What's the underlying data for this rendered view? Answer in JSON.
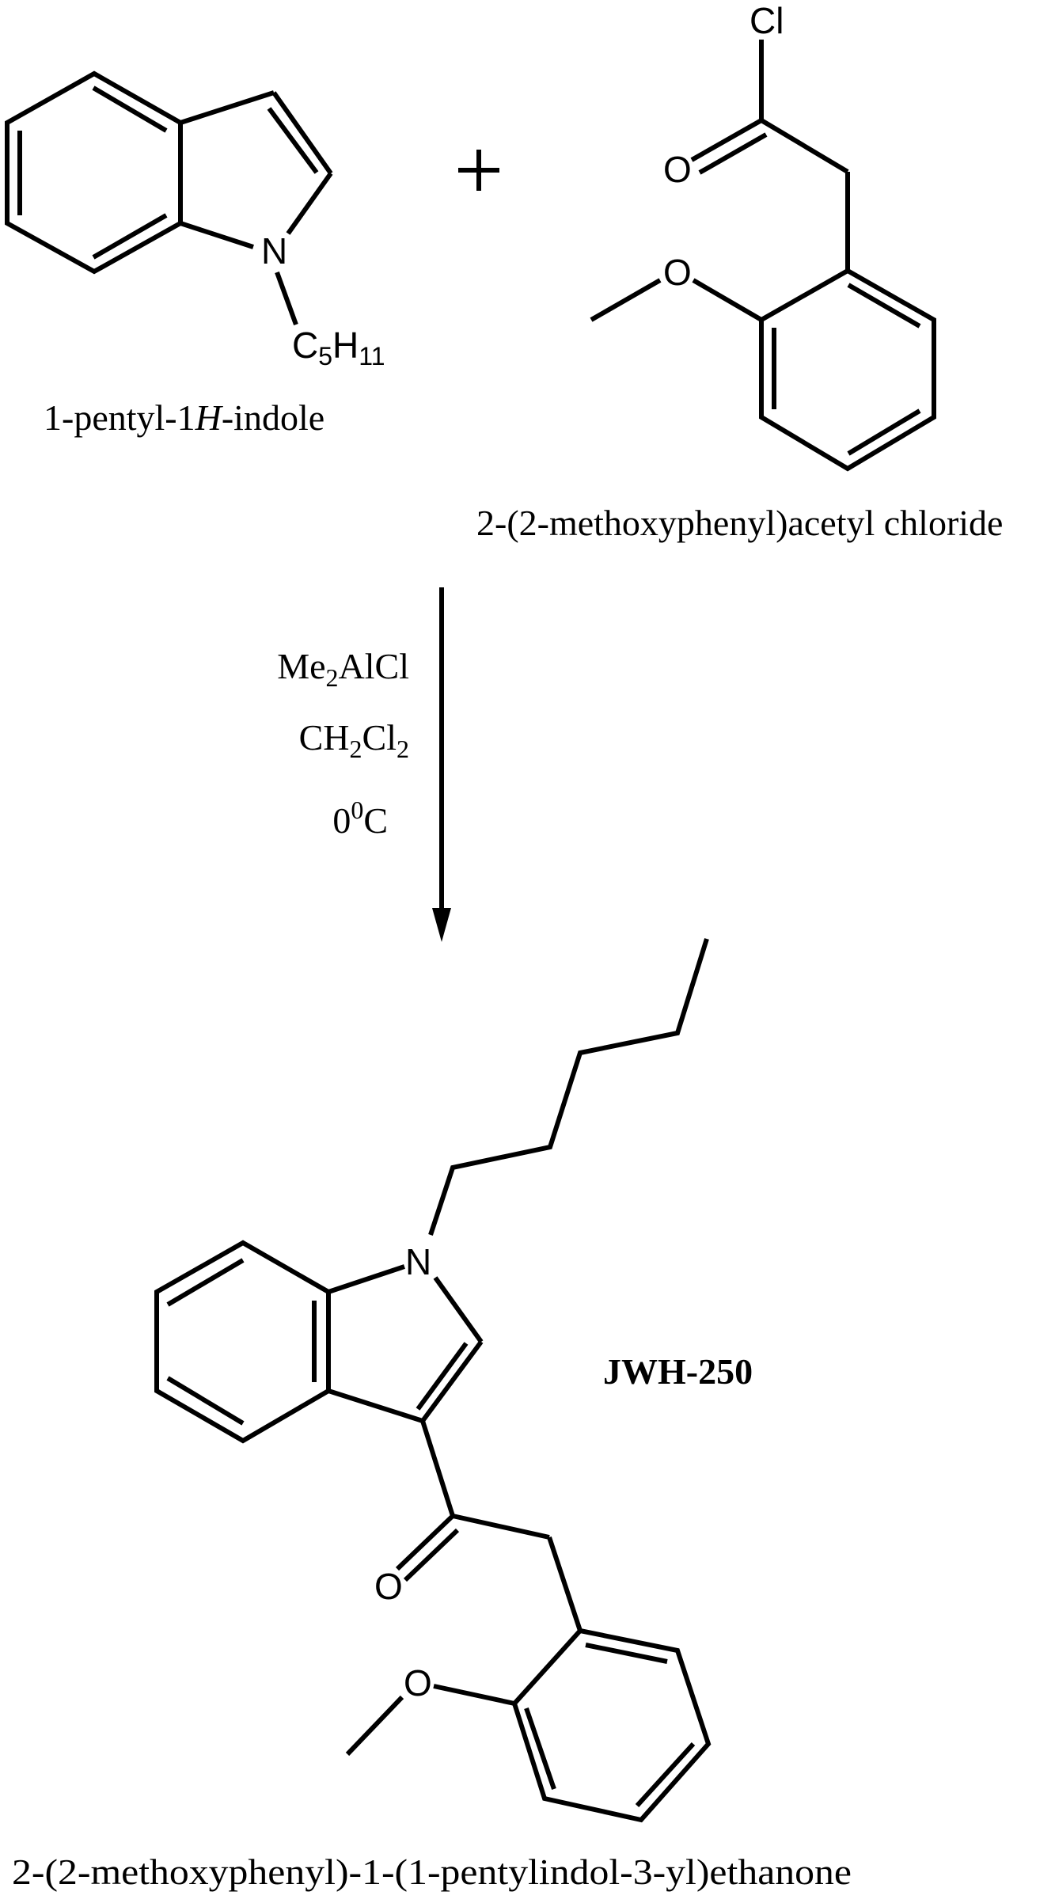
{
  "reaction": {
    "reactant_1": {
      "name": "1-pentyl-1",
      "name_italic": "H",
      "name_suffix": "-indole",
      "atom_labels": {
        "n": "N",
        "chain_c": "C",
        "chain_c_sub": "5",
        "chain_h": "H",
        "chain_h_sub": "11"
      }
    },
    "plus": "+",
    "reactant_2": {
      "name": "2-(2-methoxyphenyl)acetyl chloride",
      "atom_labels": {
        "cl": "Cl",
        "carbonyl_o": "O",
        "methoxy_o": "O"
      }
    },
    "conditions": {
      "reagent_main": "Me",
      "reagent_sub": "2",
      "reagent_rest": "AlCl",
      "solvent_c": "CH",
      "solvent_sub1": "2",
      "solvent_cl": "Cl",
      "solvent_sub2": "2",
      "temp_value": "0",
      "temp_sup": "0",
      "temp_unit": "C"
    },
    "product": {
      "code": "JWH-250",
      "name": "2-(2-methoxyphenyl)-1-(1-pentylindol-3-yl)ethanone",
      "atom_labels": {
        "n": "N",
        "carbonyl_o": "O",
        "methoxy_o": "O"
      }
    }
  }
}
